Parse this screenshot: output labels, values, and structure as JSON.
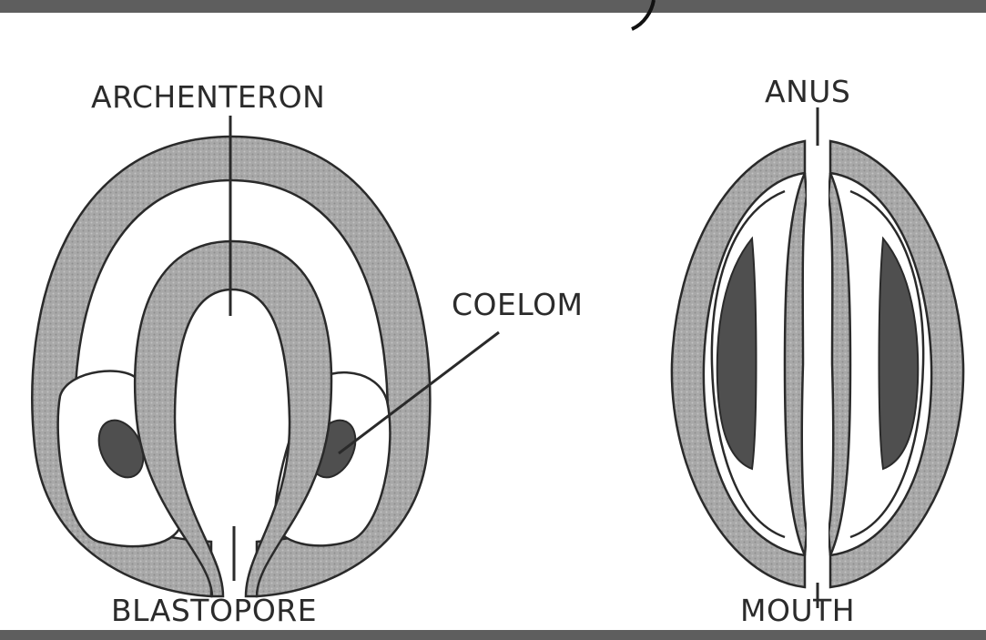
{
  "diagram": {
    "left_figure": {
      "labels": {
        "archenteron": "ARCHENTERON",
        "coelom": "COELOM",
        "blastopore": "BLASTOPORE"
      }
    },
    "right_figure": {
      "labels": {
        "anus": "ANUS",
        "mouth": "MOUTH"
      }
    }
  },
  "colors": {
    "frame_bar": "#5e5e5e",
    "tissue": "#a6a6a6",
    "dark_mass": "#4f4f4f",
    "outline": "#2a2a2a"
  }
}
